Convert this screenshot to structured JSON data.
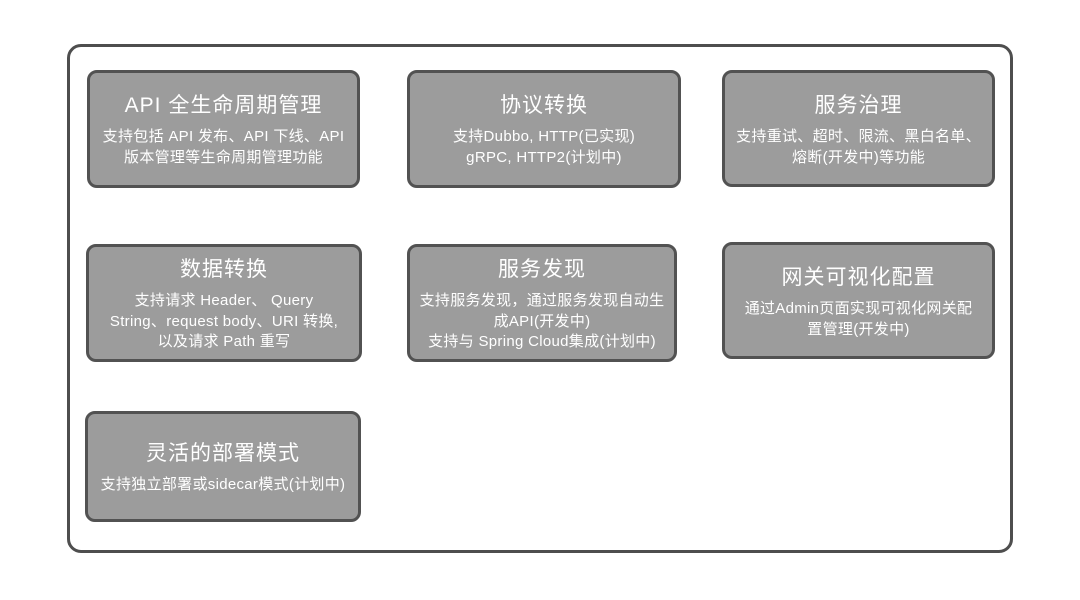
{
  "diagram": {
    "boxes": [
      {
        "id": "api-lifecycle",
        "title": "API 全生命周期管理",
        "body": "支持包括 API 发布、API 下线、API\n版本管理等生命周期管理功能"
      },
      {
        "id": "protocol-conversion",
        "title": "协议转换",
        "body": "支持Dubbo, HTTP(已实现)\ngRPC, HTTP2(计划中)"
      },
      {
        "id": "service-governance",
        "title": "服务治理",
        "body": "支持重试、超时、限流、黑白名单、\n熔断(开发中)等功能"
      },
      {
        "id": "data-transformation",
        "title": "数据转换",
        "body": "支持请求 Header、 Query\nString、request body、URI 转换,\n以及请求 Path 重写"
      },
      {
        "id": "service-discovery",
        "title": "服务发现",
        "body": "支持服务发现，通过服务发现自动生\n成API(开发中)\n支持与 Spring Cloud集成(计划中)"
      },
      {
        "id": "gateway-visual-config",
        "title": "网关可视化配置",
        "body": "通过Admin页面实现可视化网关配\n置管理(开发中)"
      },
      {
        "id": "flexible-deployment",
        "title": "灵活的部署模式",
        "body": "支持独立部署或sidecar模式(计划中)"
      }
    ],
    "colors": {
      "box_fill": "#9c9c9c",
      "box_border": "#525252",
      "frame_border": "#4e4e4e",
      "text": "#ffffff",
      "background": "#ffffff"
    }
  }
}
